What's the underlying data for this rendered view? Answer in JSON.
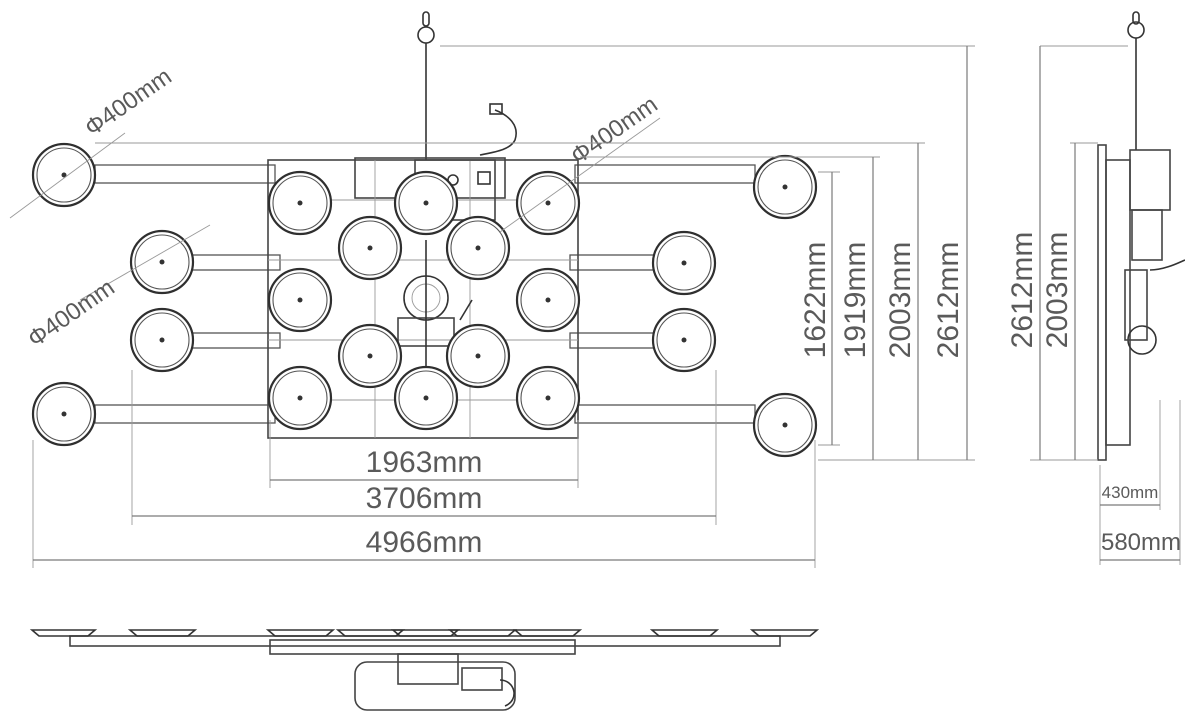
{
  "drawing": {
    "accent_color": "#6b6b6b",
    "line_color": "#333333",
    "cup_diameter_labels": [
      "Φ400mm",
      "Φ400mm",
      "Φ400mm"
    ],
    "horizontal_dims": {
      "inner": "1963mm",
      "middle": "3706mm",
      "outer": "4966mm"
    },
    "vertical_dims": {
      "d1": "1622mm",
      "d2": "1919mm",
      "d3": "2003mm",
      "d4": "2612mm"
    },
    "side_view_dims": {
      "height": "2612mm",
      "pad_height": "2003mm",
      "depth_small": "430mm",
      "depth_large": "580mm"
    }
  }
}
